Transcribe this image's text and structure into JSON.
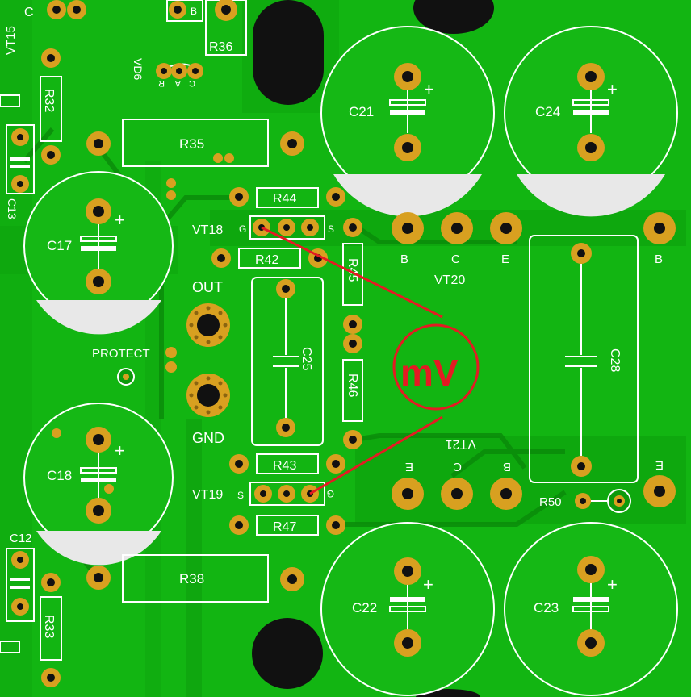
{
  "colors": {
    "board": "#12b512",
    "copper": "#0a9e0a",
    "trace_dark": "#0b8f0b",
    "pad_gold": "#d8a020",
    "hole": "#111111",
    "silk": "#ffffff",
    "annotation": "#e41b23"
  },
  "components": {
    "c17": "C17",
    "c18": "C18",
    "c21": "C21",
    "c22": "C22",
    "c23": "C23",
    "c24": "C24",
    "c25": "C25",
    "c28": "C28",
    "c12": "C12",
    "c13": "C13",
    "c_top": "C",
    "r32": "R32",
    "r33": "R33",
    "r35": "R35",
    "r36": "R36",
    "r38": "R38",
    "r42": "R42",
    "r43": "R43",
    "r44": "R44",
    "r45": "R45",
    "r46": "R46",
    "r47": "R47",
    "r50": "R50",
    "vt15": "VT15",
    "vt18": "VT18",
    "vt19": "VT19",
    "vt20": "VT20",
    "vt21": "VT21",
    "vd6": "VD6",
    "out": "OUT",
    "gnd": "GND",
    "protect": "PROTECT"
  },
  "pin_labels": {
    "g": "G",
    "s": "S",
    "b": "B",
    "c": "C",
    "e": "E",
    "r": "R",
    "a": "A",
    "plus": "+"
  },
  "annotation": {
    "label": "mV"
  }
}
